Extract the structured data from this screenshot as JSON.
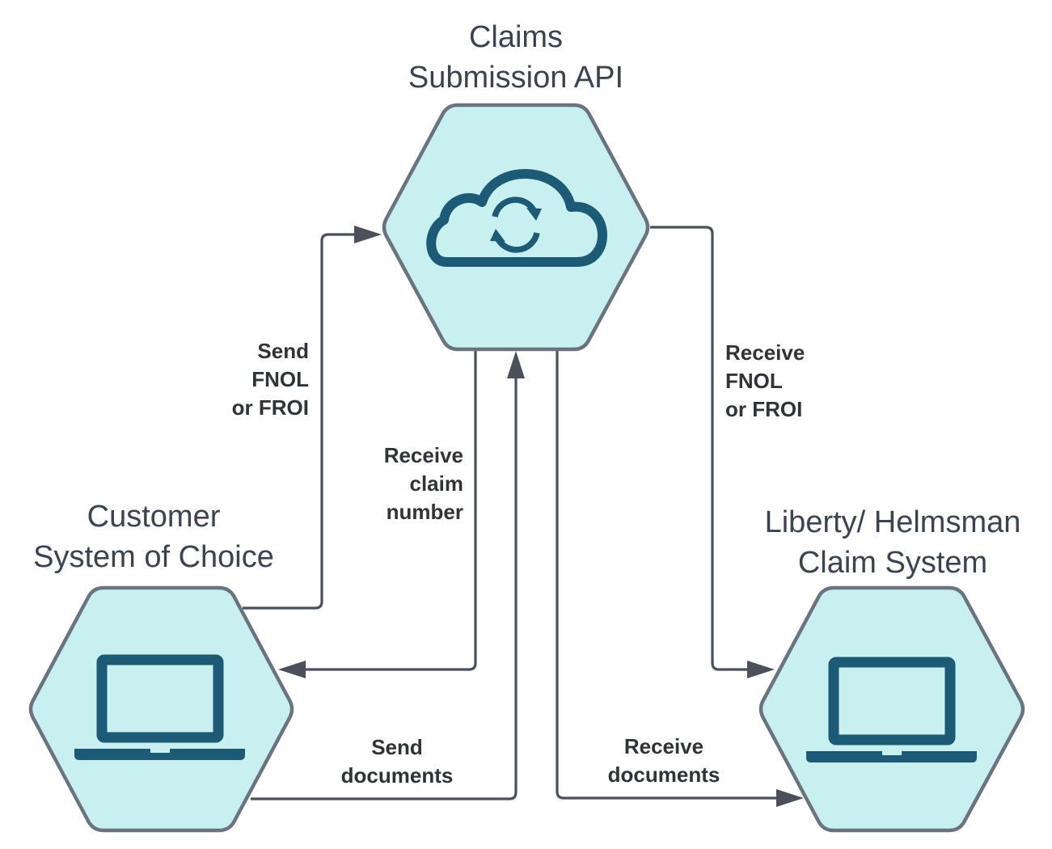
{
  "nodes": {
    "api": {
      "title_line1": "Claims",
      "title_line2": "Submission API",
      "icon": "cloud-sync-icon"
    },
    "customer": {
      "title_line1": "Customer",
      "title_line2": "System of Choice",
      "icon": "laptop-icon"
    },
    "liberty": {
      "title_line1": "Liberty/ Helmsman",
      "title_line2": "Claim System",
      "icon": "laptop-icon"
    }
  },
  "flows": {
    "send_fnol": [
      "Send",
      "FNOL",
      "or FROI"
    ],
    "receive_fnol": [
      "Receive",
      "FNOL",
      "or FROI"
    ],
    "receive_claim_number": [
      "Receive",
      "claim",
      "number"
    ],
    "send_documents": [
      "Send",
      "documents"
    ],
    "receive_documents": [
      "Receive",
      "documents"
    ]
  },
  "colors": {
    "node_fill": "#c8f0f0",
    "node_border": "#6b7380",
    "icon": "#1d5a75",
    "arrow": "#4a515b",
    "title_text": "#3a4450",
    "label_text": "#2f3438"
  }
}
